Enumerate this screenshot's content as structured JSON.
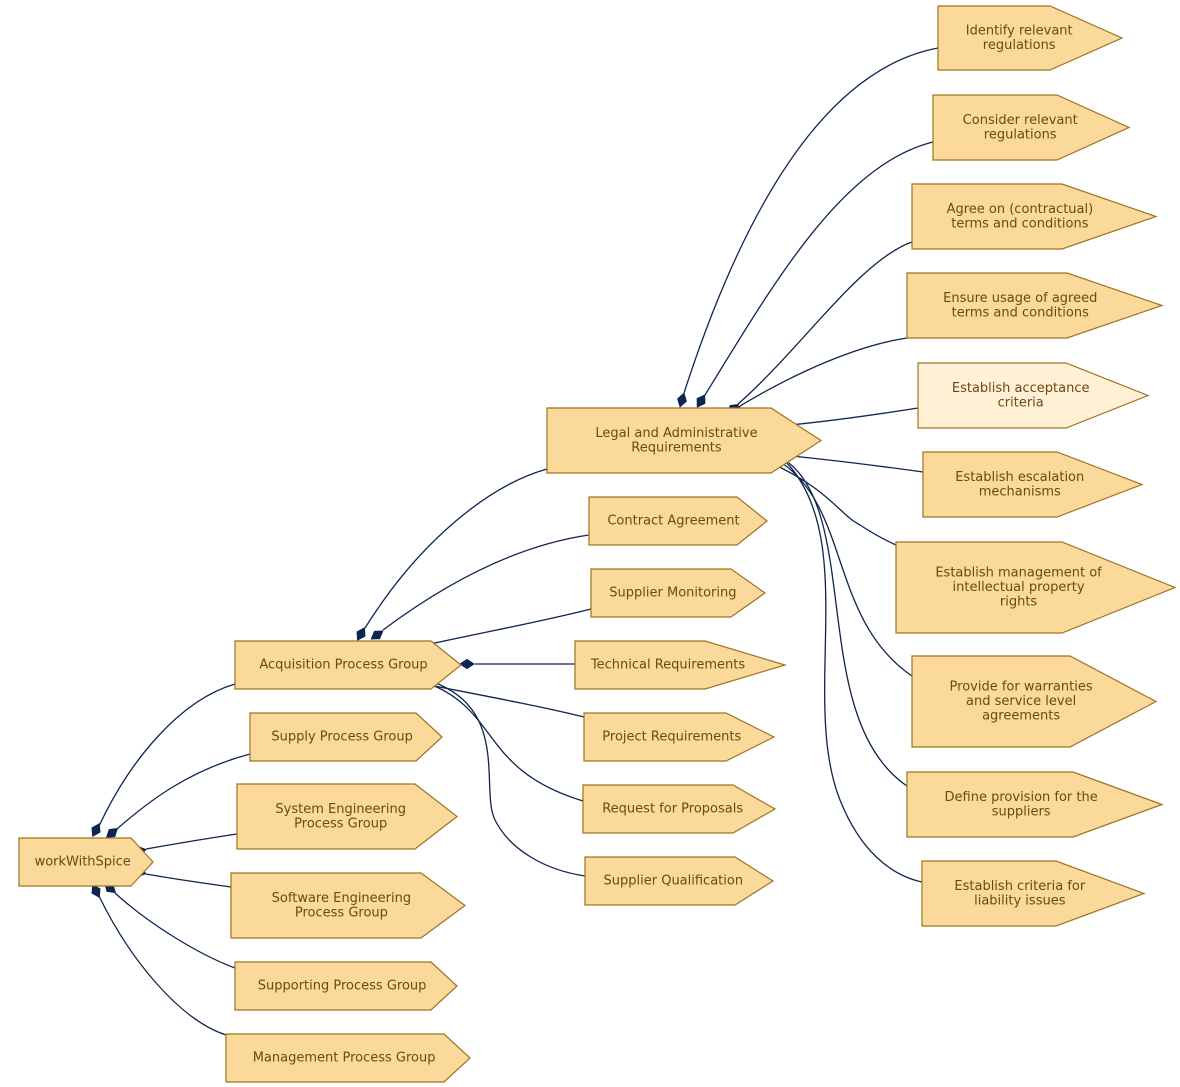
{
  "colors": {
    "node_fill": "#fbd99b",
    "node_fill_highlight": "#fff0d6",
    "node_stroke": "#a0731f",
    "text": "#6b4a0f",
    "edge": "#0d2550"
  },
  "nodes": [
    {
      "id": "root",
      "label": [
        "workWithSpice"
      ]
    },
    {
      "id": "acq",
      "label": [
        "Acquisition Process Group"
      ]
    },
    {
      "id": "supply",
      "label": [
        "Supply Process Group"
      ]
    },
    {
      "id": "syseng",
      "label": [
        "System Engineering",
        "Process Group"
      ]
    },
    {
      "id": "sweng",
      "label": [
        "Software Engineering",
        "Process Group"
      ]
    },
    {
      "id": "support",
      "label": [
        "Supporting Process Group"
      ]
    },
    {
      "id": "mgmt",
      "label": [
        "Management Process Group"
      ]
    },
    {
      "id": "legal",
      "label": [
        "Legal and Administrative",
        "Requirements"
      ]
    },
    {
      "id": "contract",
      "label": [
        "Contract Agreement"
      ]
    },
    {
      "id": "supmon",
      "label": [
        "Supplier Monitoring"
      ]
    },
    {
      "id": "techreq",
      "label": [
        "Technical Requirements"
      ]
    },
    {
      "id": "projreq",
      "label": [
        "Project Requirements"
      ]
    },
    {
      "id": "rfp",
      "label": [
        "Request for Proposals"
      ]
    },
    {
      "id": "supqual",
      "label": [
        "Supplier Qualification"
      ]
    },
    {
      "id": "l1",
      "label": [
        "Identify relevant",
        "regulations"
      ]
    },
    {
      "id": "l2",
      "label": [
        "Consider relevant",
        "regulations"
      ]
    },
    {
      "id": "l3",
      "label": [
        "Agree on (contractual)",
        "terms and conditions"
      ]
    },
    {
      "id": "l4",
      "label": [
        "Ensure usage of agreed",
        "terms and conditions"
      ]
    },
    {
      "id": "l5",
      "label": [
        "Establish acceptance",
        "criteria"
      ],
      "highlight": true
    },
    {
      "id": "l6",
      "label": [
        "Establish escalation",
        "mechanisms"
      ]
    },
    {
      "id": "l7",
      "label": [
        "Establish management of",
        "intellectual property",
        "rights"
      ]
    },
    {
      "id": "l8",
      "label": [
        "Provide for warranties",
        "and service level",
        "agreements"
      ]
    },
    {
      "id": "l9",
      "label": [
        "Define provision for the",
        "suppliers"
      ]
    },
    {
      "id": "l10",
      "label": [
        "Establish criteria for",
        "liability issues"
      ]
    }
  ],
  "edges": [
    {
      "from": "root",
      "to": "acq"
    },
    {
      "from": "root",
      "to": "supply"
    },
    {
      "from": "root",
      "to": "syseng"
    },
    {
      "from": "root",
      "to": "sweng"
    },
    {
      "from": "root",
      "to": "support"
    },
    {
      "from": "root",
      "to": "mgmt"
    },
    {
      "from": "acq",
      "to": "legal"
    },
    {
      "from": "acq",
      "to": "contract"
    },
    {
      "from": "acq",
      "to": "supmon"
    },
    {
      "from": "acq",
      "to": "techreq"
    },
    {
      "from": "acq",
      "to": "projreq"
    },
    {
      "from": "acq",
      "to": "rfp"
    },
    {
      "from": "acq",
      "to": "supqual"
    },
    {
      "from": "legal",
      "to": "l1"
    },
    {
      "from": "legal",
      "to": "l2"
    },
    {
      "from": "legal",
      "to": "l3"
    },
    {
      "from": "legal",
      "to": "l4"
    },
    {
      "from": "legal",
      "to": "l5"
    },
    {
      "from": "legal",
      "to": "l6"
    },
    {
      "from": "legal",
      "to": "l7"
    },
    {
      "from": "legal",
      "to": "l8"
    },
    {
      "from": "legal",
      "to": "l9"
    },
    {
      "from": "legal",
      "to": "l10"
    }
  ]
}
